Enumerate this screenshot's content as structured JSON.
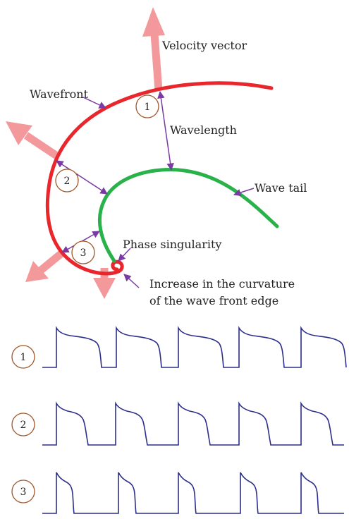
{
  "diagram": {
    "labels": {
      "velocity_vector": "Velocity vector",
      "wavefront": "Wavefront",
      "wavelength": "Wavelength",
      "wave_tail": "Wave tail",
      "phase_singularity": "Phase singularity",
      "curvature_line1": "Increase in the curvature",
      "curvature_line2": "of the wave front edge"
    },
    "markers": [
      "1",
      "2",
      "3"
    ],
    "colors": {
      "wavefront": "#e8262b",
      "wave_tail": "#2ab24a",
      "velocity_arrow": "#f4999b",
      "pointer": "#7a3aa3",
      "marker_ring": "#a0562b",
      "trace": "#2c2f8a"
    }
  },
  "traces": [
    {
      "marker": "1",
      "beats": 5,
      "plateau": "long"
    },
    {
      "marker": "2",
      "beats": 5,
      "plateau": "medium"
    },
    {
      "marker": "3",
      "beats": 5,
      "plateau": "short"
    }
  ]
}
